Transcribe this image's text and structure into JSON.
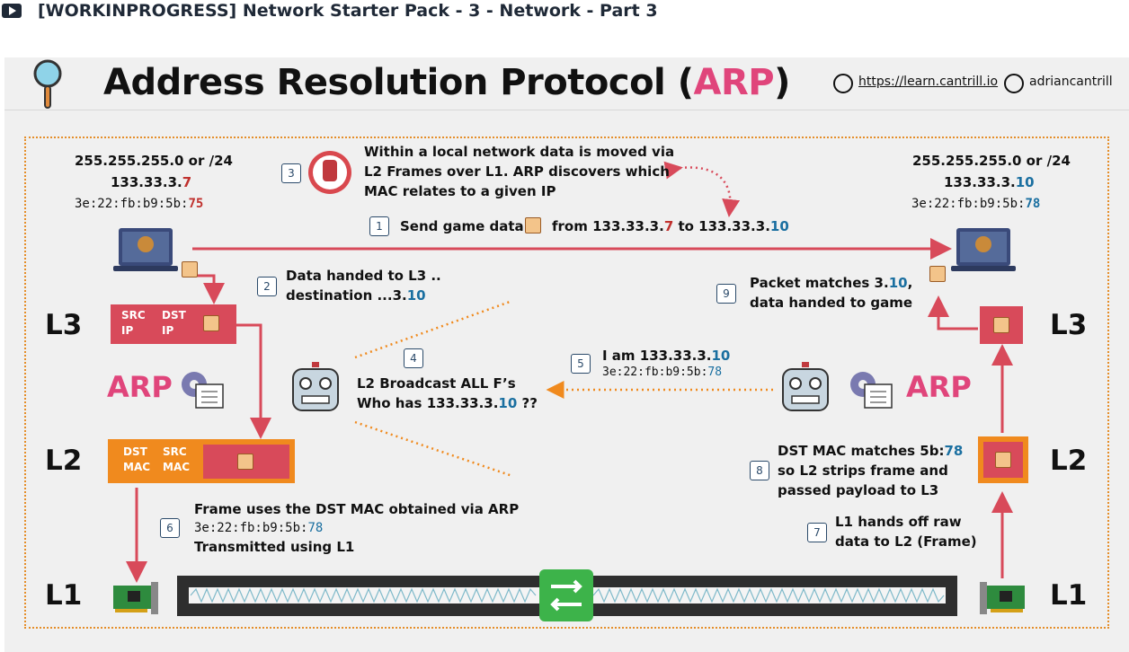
{
  "video": {
    "title": "[WORKINPROGRESS] Network Starter Pack - 3 - Network - Part 3"
  },
  "slide": {
    "title_main": "Address Resolution Protocol (",
    "title_arp": "ARP",
    "title_end": ")",
    "site": "https://learn.cantrill.io",
    "handle": "adriancantrill"
  },
  "left_host": {
    "mask": "255.255.255.0 or /24",
    "ip_prefix": "133.33.3.",
    "ip_suffix": "7",
    "mac_prefix": "3e:22:fb:b9:5b:",
    "mac_suffix": "75"
  },
  "right_host": {
    "mask": "255.255.255.0 or /24",
    "ip_prefix": "133.33.3.",
    "ip_suffix": "10",
    "mac_prefix": "3e:22:fb:b9:5b:",
    "mac_suffix": "78"
  },
  "layers": {
    "l3": "L3",
    "l2": "L2",
    "l1": "L1",
    "arp": "ARP"
  },
  "boxes": {
    "src_ip": "SRC\nIP",
    "dst_ip": "DST\nIP",
    "dst_mac": "DST\nMAC",
    "src_mac": "SRC\nMAC"
  },
  "steps": {
    "s1": {
      "n": "1",
      "a": "Send game data",
      "b": "from 133.33.3.",
      "c": "7",
      "d": " to 133.33.3.",
      "e": "10"
    },
    "s2": {
      "n": "2",
      "line1": "Data handed to L3 ..",
      "line2a": "destination ...3.",
      "line2b": "10"
    },
    "s3": {
      "n": "3",
      "line1": "Within a local network data is moved via",
      "line2": "L2 Frames over L1. ARP discovers which",
      "line3": "MAC relates to a given IP"
    },
    "s4": {
      "n": "4",
      "line1": "L2 Broadcast ALL F’s",
      "line2a": "Who has 133.33.3.",
      "line2b": "10",
      "line2c": " ??"
    },
    "s5": {
      "n": "5",
      "line1a": "I am 133.33.3.",
      "line1b": "10",
      "mac_prefix": "3e:22:fb:b9:5b:",
      "mac_suffix": "78"
    },
    "s6": {
      "n": "6",
      "line1": "Frame uses the DST MAC obtained via ARP",
      "mac_prefix": "3e:22:fb:b9:5b:",
      "mac_suffix": "78",
      "line3": "Transmitted using L1"
    },
    "s7": {
      "n": "7",
      "line1": "L1 hands off raw",
      "line2": "data to L2 (Frame)"
    },
    "s8": {
      "n": "8",
      "line1a": "DST MAC matches 5b:",
      "line1b": "78",
      "line2": "so L2 strips frame and",
      "line3": "passed payload to L3"
    },
    "s9": {
      "n": "9",
      "line1a": "Packet matches 3.",
      "line1b": "10",
      "line1c": ",",
      "line2": "data handed to game"
    }
  },
  "colors": {
    "pink": "#e0457b",
    "blue": "#1a6fa0",
    "red": "#c0312e",
    "arrow": "#d84a5a",
    "orange": "#f08a1e",
    "switch": "#3db34a"
  }
}
